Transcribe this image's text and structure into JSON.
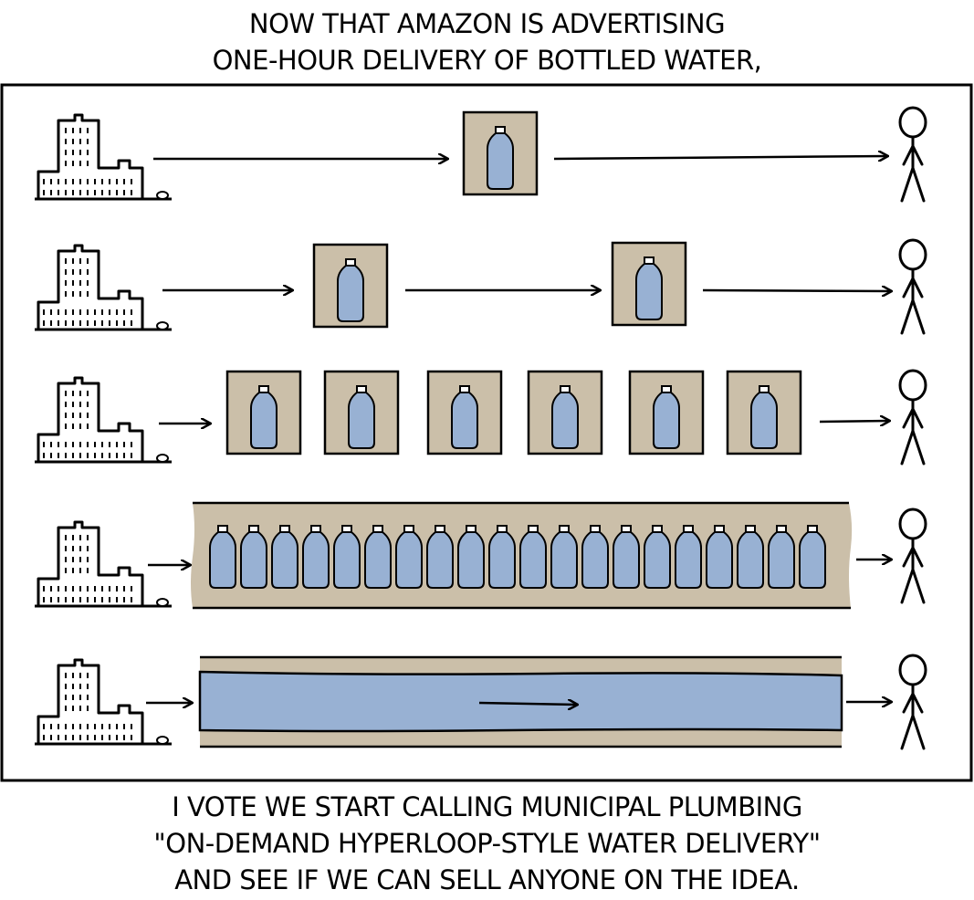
{
  "caption_top": [
    "NOW THAT AMAZON IS ADVERTISING",
    "ONE-HOUR DELIVERY OF BOTTLED WATER,"
  ],
  "caption_bottom": [
    "I VOTE WE START CALLING MUNICIPAL PLUMBING",
    "\"ON-DEMAND HYPERLOOP-STYLE WATER DELIVERY\"",
    "AND SEE IF WE CAN SELL ANYONE ON THE IDEA."
  ],
  "colors": {
    "box": "#cbbfa9",
    "water": "#98b1d3",
    "ink": "#000000"
  },
  "rows": [
    {
      "name": "row-one-box",
      "boxes": 1
    },
    {
      "name": "row-two-boxes",
      "boxes": 2
    },
    {
      "name": "row-six-boxes",
      "boxes": 6
    },
    {
      "name": "row-bottle-belt",
      "bottles": 20
    },
    {
      "name": "row-water-pipe",
      "pipe": true
    }
  ]
}
